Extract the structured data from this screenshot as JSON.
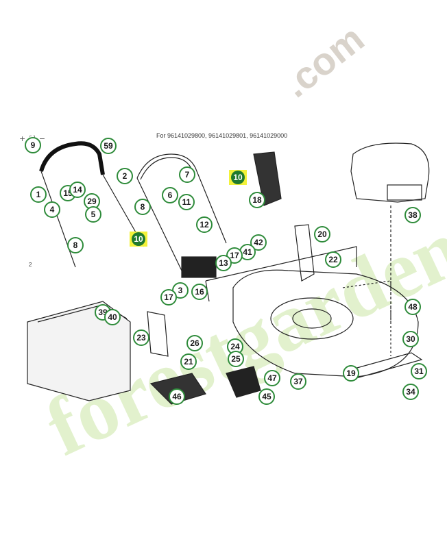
{
  "header_note": "For 96141029800, 96141029801, 96141029000",
  "small_label": "2",
  "toolbar": {
    "zoom_in": "+",
    "fit": "⛶",
    "zoom_out": "−"
  },
  "watermark": {
    "url_text": ".com",
    "brand_text": "forestgarden",
    "url_color": "#d9d3cb",
    "brand_color": "#dff0c8"
  },
  "highlighted_callouts": [
    "10",
    "10"
  ],
  "callouts": [
    "9",
    "59",
    "1",
    "15",
    "14",
    "29",
    "5",
    "4",
    "8",
    "2",
    "7",
    "6",
    "11",
    "8",
    "12",
    "18",
    "42",
    "41",
    "17",
    "13",
    "3",
    "16",
    "17",
    "20",
    "22",
    "39",
    "40",
    "23",
    "26",
    "24",
    "25",
    "21",
    "46",
    "45",
    "47",
    "37",
    "48",
    "30",
    "19",
    "31",
    "34",
    "38"
  ],
  "colors": {
    "callout_ring": "#2e8b3a",
    "highlight_bg": "#f2f23a",
    "highlight_badge": "#1f7a2e"
  }
}
